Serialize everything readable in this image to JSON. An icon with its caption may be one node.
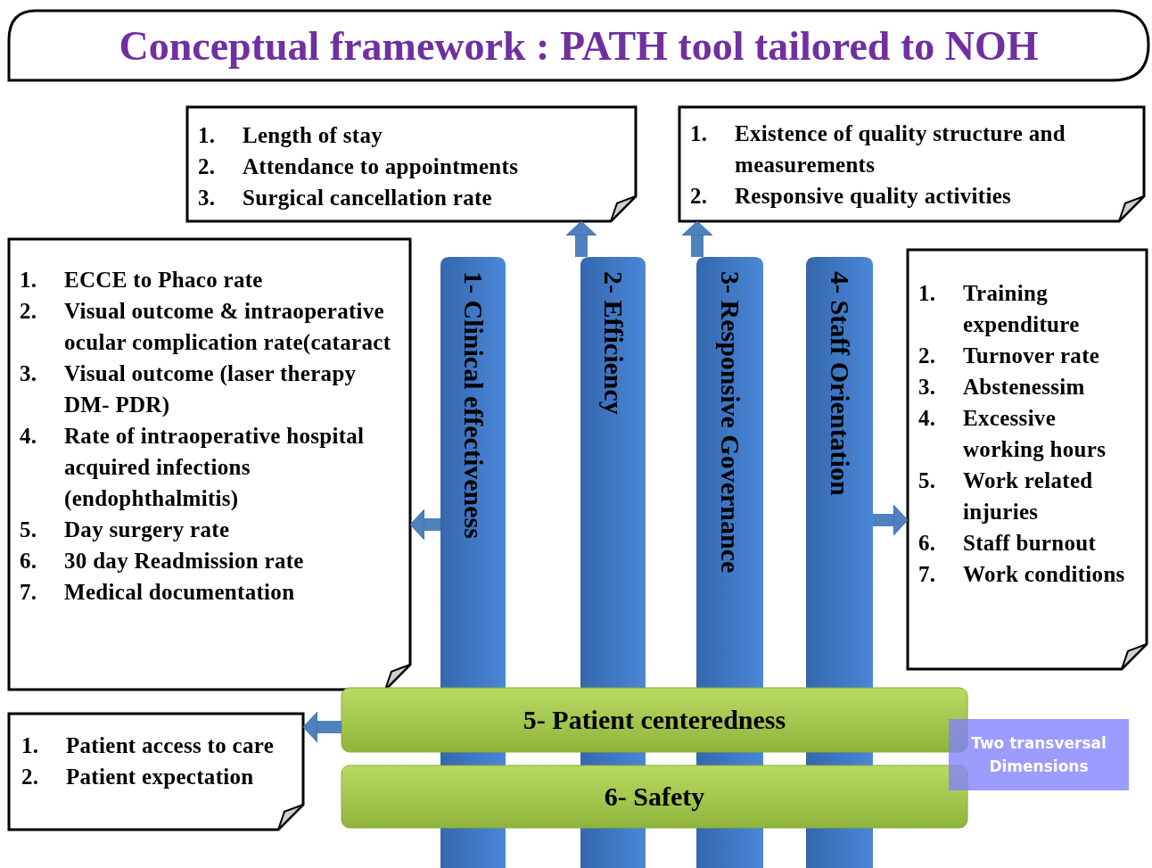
{
  "diagram": {
    "title": "Conceptual framework : PATH tool tailored to NOH",
    "nodes": [
      {
        "text": [
          "1- Clinical effectiveness"
        ]
      },
      {
        "text": [
          "2- Efficiency"
        ]
      },
      {
        "text": [
          "3- Responsive Governance"
        ]
      },
      {
        "text": [
          "4- Staff Orientation"
        ]
      },
      {
        "text": [
          "5- Patient centeredness"
        ]
      },
      {
        "text": [
          "6- Safety"
        ]
      },
      {
        "text": [
          "1. Length of stay",
          "2. Attendance to appointments",
          "3. Surgical cancellation rate"
        ]
      },
      {
        "text": [
          "1. Existence of quality structure and measurements",
          "2. Responsive quality activities"
        ]
      },
      {
        "text": [
          "1. ECCE to Phaco rate",
          "2. Visual outcome & intraoperative ocular complication rate(cataract",
          "3. Visual outcome (laser therapy DM- PDR)",
          "4. Rate of intraoperative hospital acquired infections (endophthalmitis)",
          "5. Day surgery rate",
          "6. 30 day Readmission rate",
          "7. Medical documentation"
        ]
      },
      {
        "text": [
          "1. Training expenditure",
          "2. Turnover rate",
          "3. Abstenessim",
          "4. Excessive working hours",
          "5. Work related injuries",
          "6. Staff burnout",
          "7. Work conditions"
        ]
      },
      {
        "text": [
          "1. Patient access to care",
          "2. Patient expectation"
        ]
      },
      {
        "text": [
          "Two transversal Dimensions"
        ]
      }
    ],
    "edges": [
      {
        "from": 0,
        "to": 8,
        "arrow": "to"
      },
      {
        "from": 1,
        "to": 6,
        "arrow": "to"
      },
      {
        "from": 2,
        "to": 7,
        "arrow": "to"
      },
      {
        "from": 3,
        "to": 9,
        "arrow": "to"
      },
      {
        "from": 4,
        "to": 10,
        "arrow": "to"
      }
    ]
  }
}
